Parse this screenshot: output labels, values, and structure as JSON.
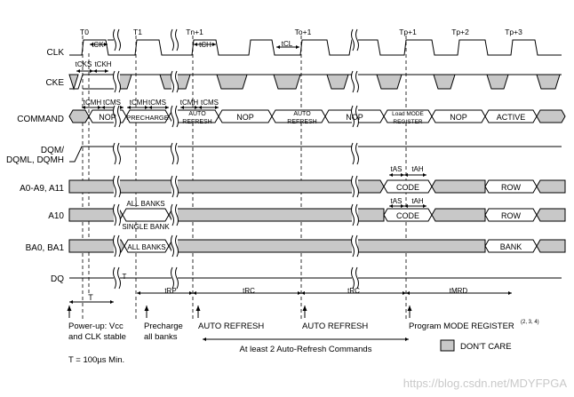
{
  "signals": {
    "clk": "CLK",
    "cke": "CKE",
    "command": "COMMAND",
    "dqm_1": "DQM/",
    "dqm_2": "DQML, DQMH",
    "addr": "A0-A9, A11",
    "a10": "A10",
    "ba": "BA0, BA1",
    "dq": "DQ"
  },
  "clock_edges": [
    "T0",
    "T1",
    "Tn+1",
    "To+1",
    "Tp+1",
    "Tp+2",
    "Tp+3"
  ],
  "timing_params": {
    "tck": "tCK",
    "tch": "tCH",
    "tcl": "tCL",
    "tcks": "tCKS",
    "tckh": "tCKH",
    "tcmh": "tCMH",
    "tcms": "tCMS",
    "tas": "tAS",
    "tah": "tAH",
    "t": "T",
    "trp": "tRP",
    "trc": "tRC",
    "tmrd": "tMRD"
  },
  "commands": {
    "nop": "NOP",
    "precharge": "PRECHARGE",
    "auto_1": "AUTO",
    "auto_2": "REFRESH",
    "load_1": "Load MODE",
    "load_2": "REGISTER",
    "active": "ACTIVE"
  },
  "values": {
    "code": "CODE",
    "row": "ROW",
    "bank": "BANK",
    "all_banks": "ALL BANKS",
    "single_bank": "SINGLE BANK"
  },
  "annotations": {
    "powerup_1": "Power-up: Vcc",
    "powerup_2": "and CLK stable",
    "precharge_1": "Precharge",
    "precharge_2": "all banks",
    "auto_refresh": "AUTO REFRESH",
    "program_mode": "Program MODE REGISTER",
    "program_mode_note": "(2, 3, 4)",
    "at_least": "At least 2 Auto-Refresh Commands",
    "t_min": "T = 100µs Min."
  },
  "legend": {
    "dont_care": "DON'T CARE",
    "dont_care_color": "#c8c8c8"
  },
  "watermark": "https://blog.csdn.net/MDYFPGA"
}
